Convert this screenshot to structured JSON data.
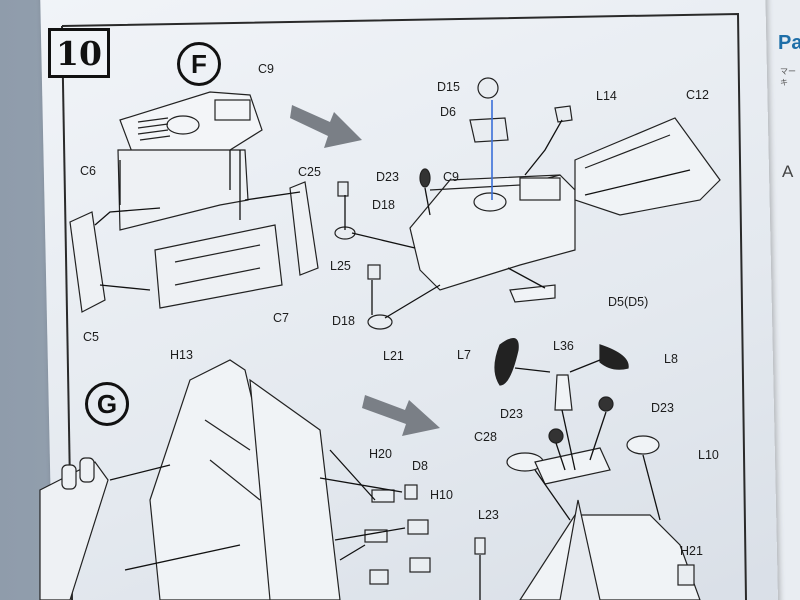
{
  "document": {
    "step_number": "10",
    "sub_steps": [
      {
        "letter": "F"
      },
      {
        "letter": "G"
      }
    ],
    "labels": {
      "C9_top": "C9",
      "C6": "C6",
      "C25": "C25",
      "C5": "C5",
      "C7": "C7",
      "D15": "D15",
      "D6": "D6",
      "L14": "L14",
      "C12": "C12",
      "D23_f": "D23",
      "C9_right": "C9",
      "D18_a": "D18",
      "L25": "L25",
      "D18_b": "D18",
      "L21": "L21",
      "D5": "D5(D5)",
      "H13": "H13",
      "H20": "H20",
      "D8": "D8",
      "H10": "H10",
      "L7": "L7",
      "L36": "L36",
      "L8": "L8",
      "D23_g1": "D23",
      "D23_g2": "D23",
      "C28": "C28",
      "L10": "L10",
      "L23": "L23",
      "H21": "H21"
    },
    "next_page": {
      "title": "Pa",
      "subtitle": "マーキ",
      "letter": "A"
    }
  },
  "colors": {
    "ink": "#1c1c1c",
    "arrow_gray": "#7a7f86",
    "blue_line": "#3a6fd8",
    "paper": "#eef1f5"
  }
}
